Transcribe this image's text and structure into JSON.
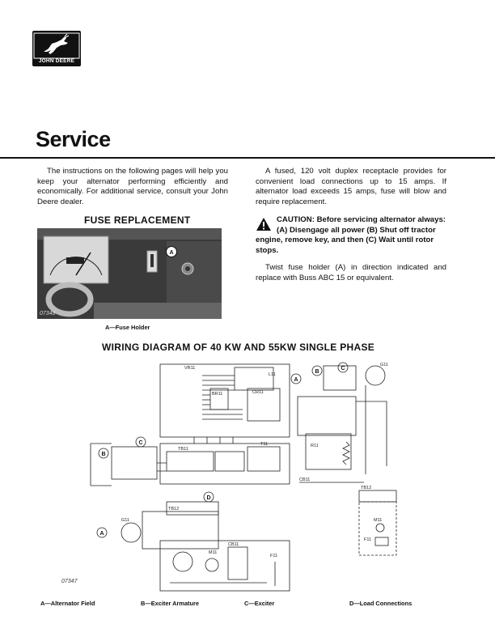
{
  "header": {
    "brand": "JOHN DEERE",
    "logo_icon": "leaping-deer-icon",
    "title": "Service"
  },
  "intro": {
    "left_text": "The instructions on the following pages will help you keep your alternator performing efficiently and economically. For additional service, consult your John Deere dealer.",
    "right_text": "A fused, 120 volt duplex receptacle provides for convenient load connections up to 15 amps. If alternator load exceeds 15 amps, fuse will blow and require replacement."
  },
  "fuse_section": {
    "heading": "FUSE REPLACEMENT",
    "photo_code": "07348",
    "photo_callout": "A",
    "caption": "A—Fuse Holder",
    "caution_prefix": "CAUTION:",
    "caution_text": "Before servicing alternator always: (A) Disengage all power (B) Shut off tractor engine, remove key, and then (C) Wait until rotor stops.",
    "instruction": "Twist fuse holder (A) in direction indicated and replace with Buss ABC 15 or equivalent."
  },
  "wiring": {
    "heading": "WIRING DIAGRAM OF 40 KW AND 55KW SINGLE PHASE",
    "code": "07347",
    "callouts": [
      "A",
      "B",
      "C",
      "D"
    ],
    "components": [
      "VR11",
      "L11",
      "CR11",
      "BR11",
      "TB11",
      "T11",
      "TB12",
      "G11",
      "M11",
      "CB11",
      "F11",
      "R11"
    ],
    "legend": [
      "A—Alternator Field",
      "B—Exciter Armature",
      "C—Exciter",
      "D—Load Connections"
    ]
  },
  "colors": {
    "ink": "#111111",
    "photo_background": "#2c2c2c"
  }
}
